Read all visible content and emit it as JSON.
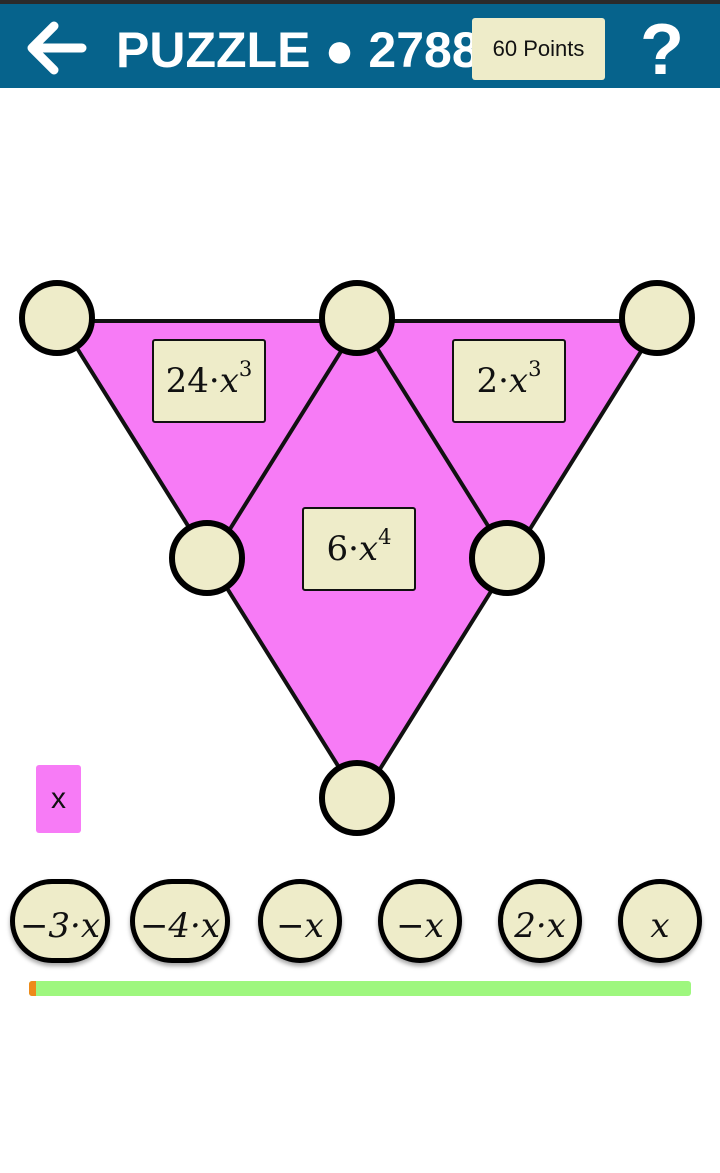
{
  "header": {
    "title": "PUZZLE ● 2788",
    "points_label": "60 Points",
    "help_label": "?",
    "back_icon": "arrow-left-icon"
  },
  "puzzle": {
    "faces": [
      {
        "coef": "24·",
        "var": "x",
        "exp": "3"
      },
      {
        "coef": "2·",
        "var": "x",
        "exp": "3"
      },
      {
        "coef": "6·",
        "var": "x",
        "exp": "4"
      }
    ],
    "node_values": [
      "",
      "",
      "",
      "",
      "",
      ""
    ],
    "variable_label": "x",
    "tiles": [
      "−3·x",
      "−4·x",
      "−x",
      "−x",
      "2·x",
      "x"
    ]
  },
  "progress": {
    "value": 0.011
  },
  "colors": {
    "header": "#06638c",
    "triangle_fill": "#f77bf6",
    "cell": "#eeecc9",
    "progress_track": "#9ef77e",
    "progress_fill": "#ee8a1a"
  }
}
